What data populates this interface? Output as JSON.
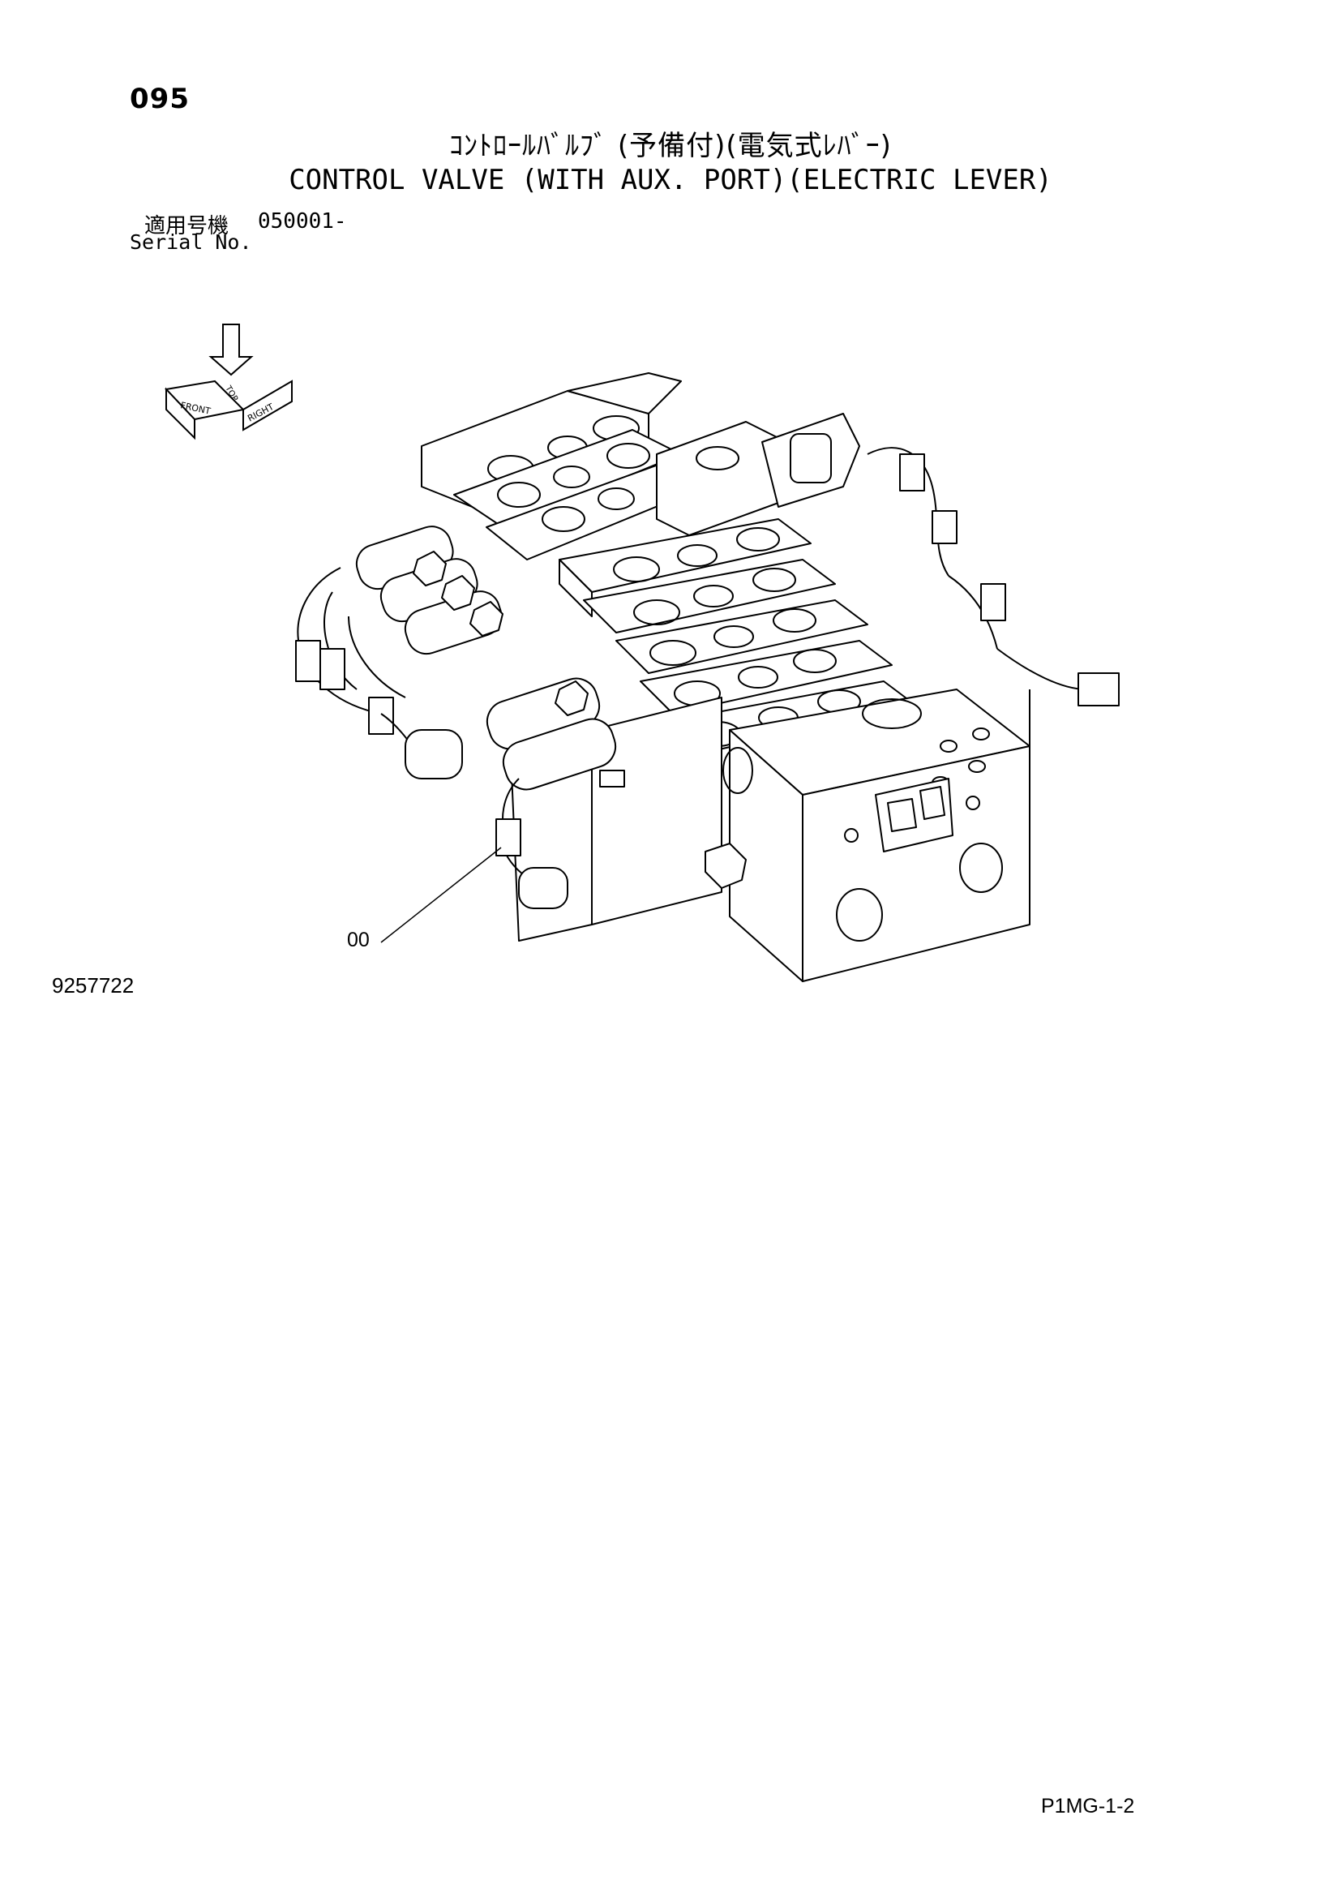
{
  "header": {
    "page_number": "095",
    "title_jp": "ｺﾝﾄﾛｰﾙﾊﾞﾙﾌﾞ (予備付)(電気式ﾚﾊﾞｰ)",
    "title_en": "CONTROL VALVE (WITH AUX. PORT)(ELECTRIC LEVER)",
    "serial_label_jp": "適用号機",
    "serial_value": "050001-",
    "serial_label_en": "Serial No."
  },
  "orientation_icon": {
    "labels": {
      "front": "FRONT",
      "top": "TOP",
      "right": "RIGHT"
    }
  },
  "illustration": {
    "callout_label": "00",
    "drawing_number": "9257722"
  },
  "footer": {
    "sheet_code": "P1MG-1-2"
  }
}
